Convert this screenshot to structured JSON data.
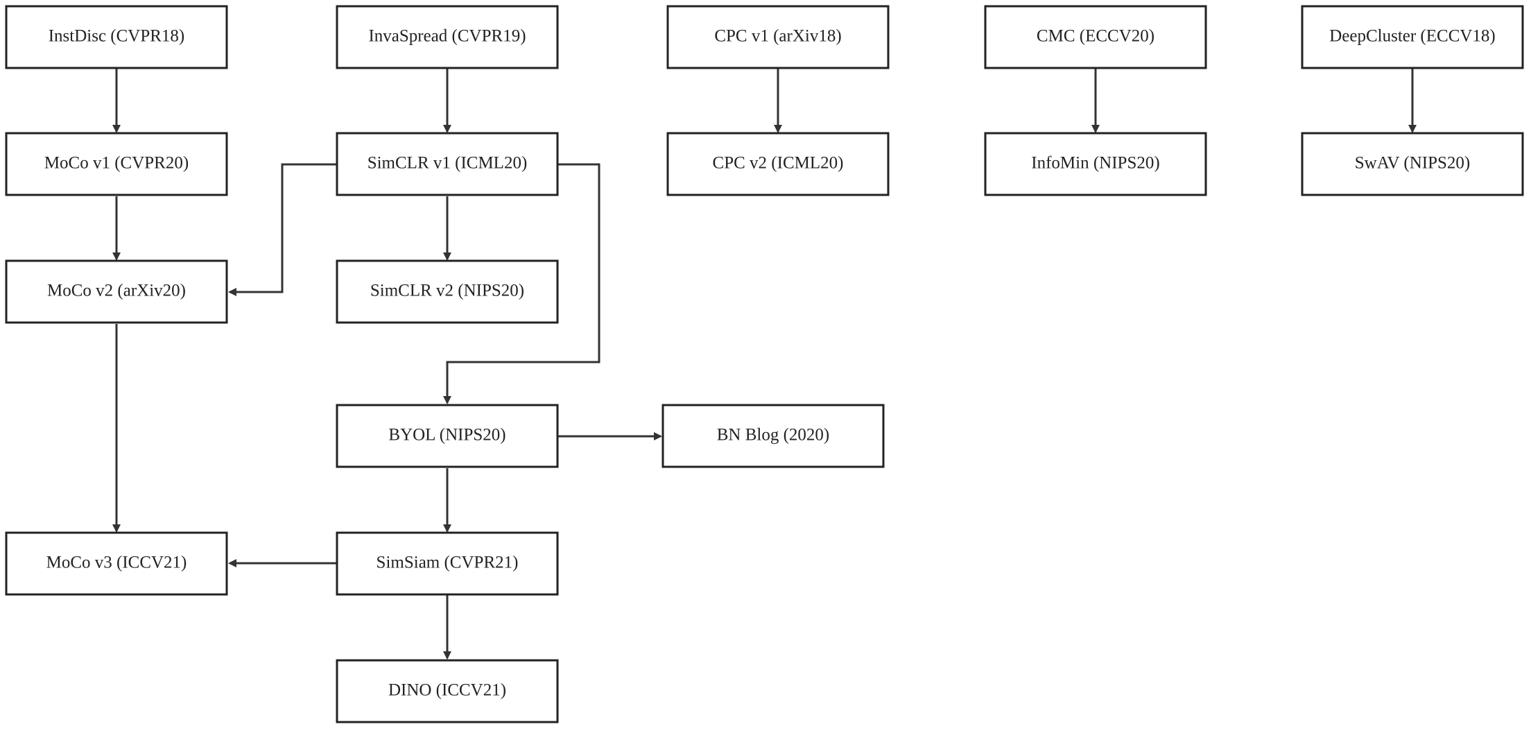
{
  "nodes": {
    "instdisc": {
      "label": "InstDisc (CVPR18)"
    },
    "invaspread": {
      "label": "InvaSpread (CVPR19)"
    },
    "cpc_v1": {
      "label": "CPC v1 (arXiv18)"
    },
    "cmc": {
      "label": "CMC (ECCV20)"
    },
    "deepcluster": {
      "label": "DeepCluster (ECCV18)"
    },
    "moco_v1": {
      "label": "MoCo v1 (CVPR20)"
    },
    "simclr_v1": {
      "label": "SimCLR v1 (ICML20)"
    },
    "cpc_v2": {
      "label": "CPC v2 (ICML20)"
    },
    "infomin": {
      "label": "InfoMin (NIPS20)"
    },
    "swav": {
      "label": "SwAV (NIPS20)"
    },
    "moco_v2": {
      "label": "MoCo v2 (arXiv20)"
    },
    "simclr_v2": {
      "label": "SimCLR v2 (NIPS20)"
    },
    "byol": {
      "label": "BYOL (NIPS20)"
    },
    "bn_blog": {
      "label": "BN Blog (2020)"
    },
    "moco_v3": {
      "label": "MoCo v3 (ICCV21)"
    },
    "simsiam": {
      "label": "SimSiam (CVPR21)"
    },
    "dino": {
      "label": "DINO (ICCV21)"
    }
  },
  "edges": [
    {
      "from": "instdisc",
      "to": "moco_v1"
    },
    {
      "from": "invaspread",
      "to": "simclr_v1"
    },
    {
      "from": "cpc_v1",
      "to": "cpc_v2"
    },
    {
      "from": "cmc",
      "to": "infomin"
    },
    {
      "from": "deepcluster",
      "to": "swav"
    },
    {
      "from": "moco_v1",
      "to": "moco_v2"
    },
    {
      "from": "simclr_v1",
      "to": "moco_v2"
    },
    {
      "from": "simclr_v1",
      "to": "simclr_v2"
    },
    {
      "from": "simclr_v1",
      "to": "byol"
    },
    {
      "from": "moco_v2",
      "to": "moco_v3"
    },
    {
      "from": "byol",
      "to": "bn_blog"
    },
    {
      "from": "byol",
      "to": "simsiam"
    },
    {
      "from": "simsiam",
      "to": "moco_v3"
    },
    {
      "from": "simsiam",
      "to": "dino"
    }
  ],
  "colors": {
    "node_border": "#222222",
    "edge": "#333333",
    "text": "#222222",
    "background": "#ffffff"
  }
}
